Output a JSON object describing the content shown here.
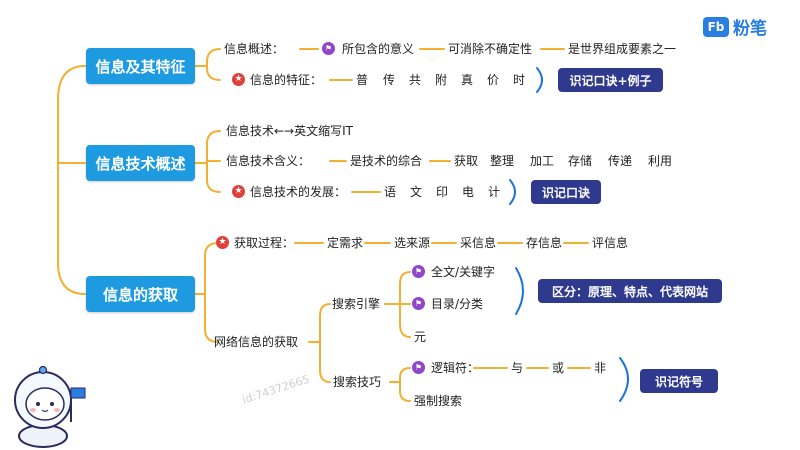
{
  "brand": {
    "mark": "Fb",
    "name": "粉笔"
  },
  "watermark": "id:74372665",
  "colors": {
    "node": "#1e9be0",
    "note": "#2f3a8f",
    "line": "#f2b033",
    "bracket": "#1a73d9",
    "star": "#e0403a",
    "flag": "#9146c8"
  },
  "icons": {
    "star": "★",
    "flag": "⚑"
  },
  "b1": {
    "title": "信息及其特征",
    "concept": {
      "label": "信息概述：",
      "items": [
        "所包含的意义",
        "可消除不确定性",
        "是世界组成要素之一"
      ]
    },
    "feature": {
      "label": "信息的特征：",
      "items": [
        "普",
        "传",
        "共",
        "附",
        "真",
        "价",
        "时"
      ]
    },
    "note": "识记口诀+例子"
  },
  "b2": {
    "title": "信息技术概述",
    "it": "信息技术←→英文缩写IT",
    "meaning": {
      "label": "信息技术含义：",
      "lead": "是技术的综合",
      "items": [
        "获取",
        "整理",
        "加工",
        "存储",
        "传递",
        "利用"
      ]
    },
    "dev": {
      "label": "信息技术的发展：",
      "items": [
        "语",
        "文",
        "印",
        "电",
        "计"
      ]
    },
    "note": "识记口诀"
  },
  "b3": {
    "title": "信息的获取",
    "process": {
      "label": "获取过程：",
      "items": [
        "定需求",
        "选来源",
        "采信息",
        "存信息",
        "评信息"
      ]
    },
    "network": "网络信息的获取",
    "engine": {
      "label": "搜索引擎",
      "items": [
        "全文/关键字",
        "目录/分类",
        "元"
      ]
    },
    "note_engine": "区分：原理、特点、代表网站",
    "skill": {
      "label": "搜索技巧",
      "logic": "逻辑符：",
      "ops": [
        "与",
        "或",
        "非"
      ],
      "force": "强制搜索"
    },
    "note_skill": "识记符号"
  }
}
